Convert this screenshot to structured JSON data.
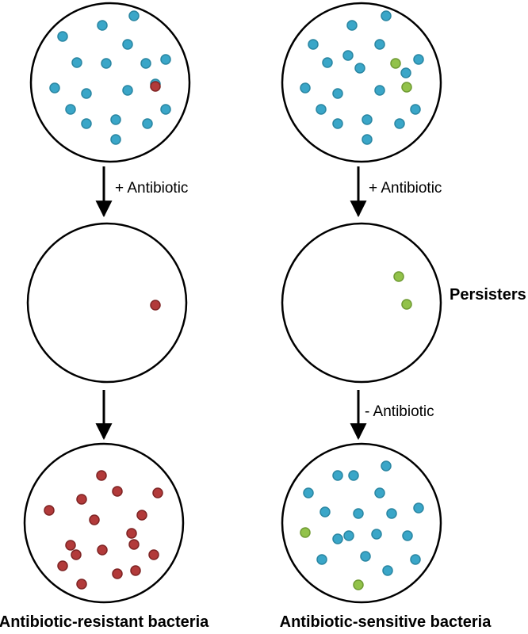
{
  "colors": {
    "background": "#ffffff",
    "outline": "#000000",
    "sensitive_fill": "#3aa6c8",
    "sensitive_stroke": "#2a86a2",
    "resistant_fill": "#b23a3a",
    "resistant_stroke": "#7e2424",
    "persister_fill": "#92c24a",
    "persister_stroke": "#6f9a33"
  },
  "labels": {
    "arrow_left_top": "+ Antibiotic",
    "arrow_right_top": "+ Antibiotic",
    "arrow_right_bottom": "- Antibiotic",
    "persisters": "Persisters",
    "caption_left": "Antibiotic-resistant bacteria",
    "caption_right": "Antibiotic-sensitive bacteria"
  },
  "colonies": [
    {
      "id": "left-initial",
      "sensitive": 18,
      "resistant": 1,
      "persister": 0
    },
    {
      "id": "left-treated",
      "sensitive": 0,
      "resistant": 1,
      "persister": 0
    },
    {
      "id": "left-regrown",
      "sensitive": 0,
      "resistant": 17,
      "persister": 0
    },
    {
      "id": "right-initial",
      "sensitive": 18,
      "resistant": 0,
      "persister": 2
    },
    {
      "id": "right-treated",
      "sensitive": 0,
      "resistant": 0,
      "persister": 2
    },
    {
      "id": "right-regrown",
      "sensitive": 17,
      "resistant": 0,
      "persister": 2
    }
  ]
}
